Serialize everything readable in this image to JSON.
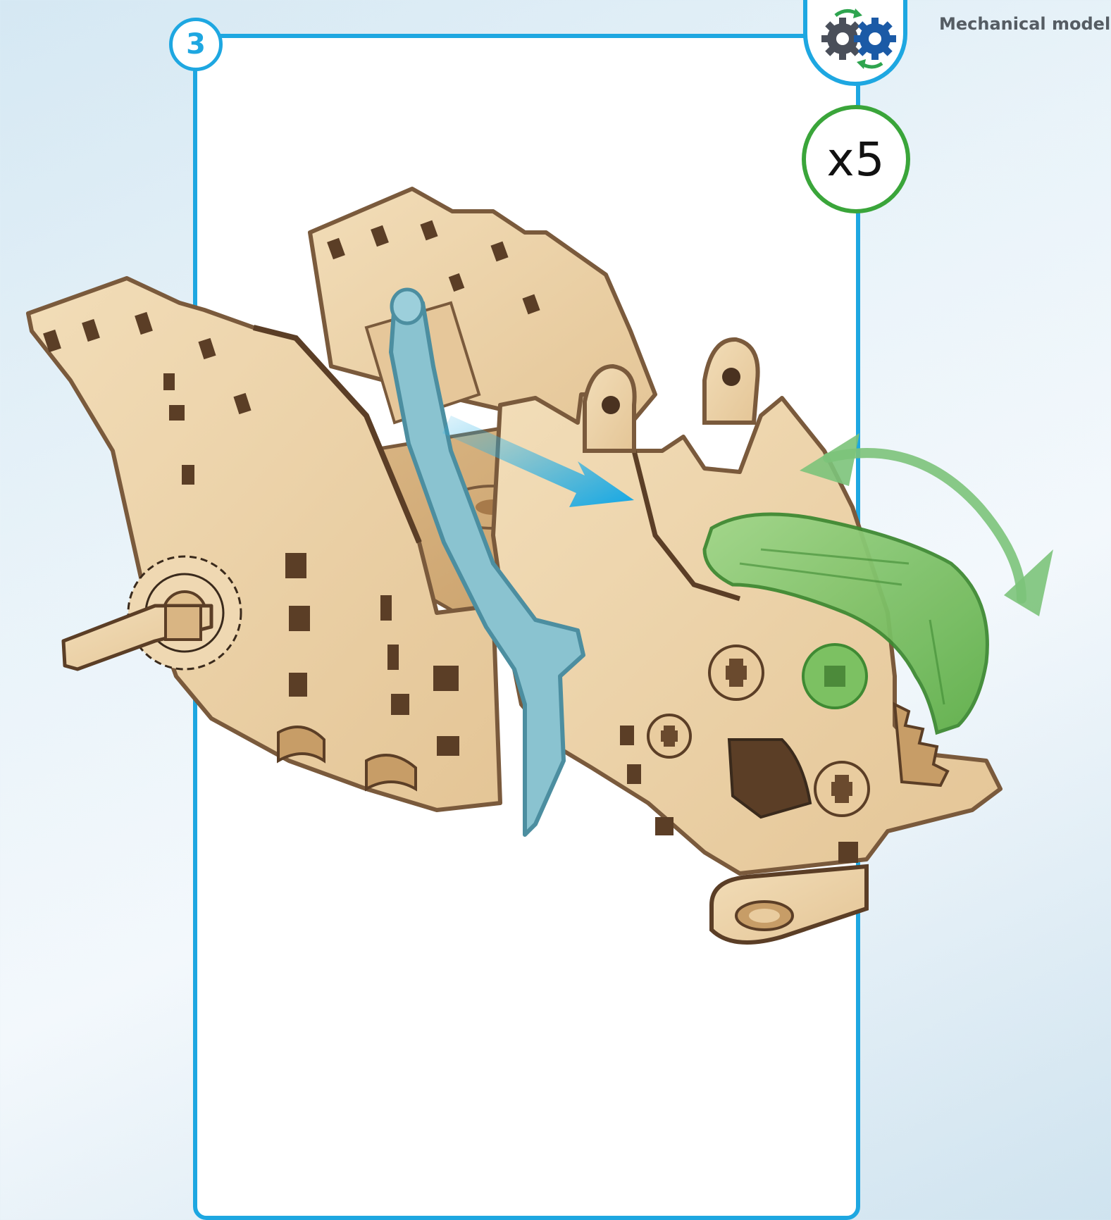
{
  "step": {
    "number": "3"
  },
  "quantity": {
    "label": "x5"
  },
  "brand": {
    "text": "Mechanical models"
  },
  "icons": {
    "mechanism": "gears-rotation-icon",
    "motion": "curved-double-arrow-icon",
    "insert": "insert-arrow-icon"
  },
  "colors": {
    "frame": "#1ea7e1",
    "quantity_ring": "#3aa53a",
    "wood": "#ecd3a9",
    "wood_edge": "#7a5a3c",
    "highlight_blue_part": "#8ac3d0",
    "highlight_green_part": "#7fbd63",
    "motion_arrow": "#7cc37a"
  }
}
